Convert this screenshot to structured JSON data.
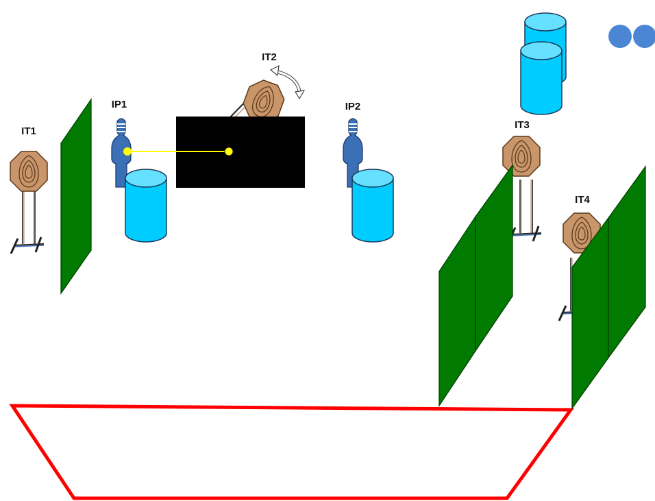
{
  "labels": {
    "it1": "IT1",
    "it2": "IT2",
    "it3": "IT3",
    "it4": "IT4",
    "ip1": "IP1",
    "ip2": "IP2"
  },
  "colors": {
    "wall": "#007A00",
    "target": "#CC9966",
    "barrel": "#00CCFF",
    "barrel_top": "#66E0FF",
    "no_shoot": "#3B6FB6",
    "shooting_box": "#FF0000",
    "black_panel": "#000000",
    "line_of_fire": "#FFFF00",
    "nav_dot": "#4A86D4"
  },
  "icons": {
    "rotation": "rotate-arrow-icon",
    "nav": "nav-dots-icon"
  }
}
